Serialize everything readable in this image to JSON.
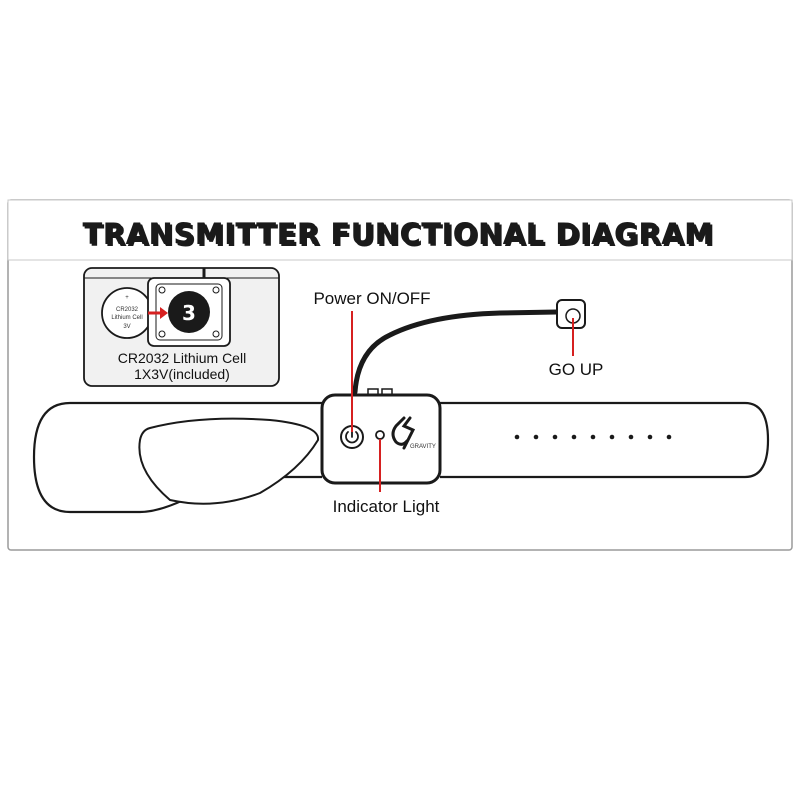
{
  "title": "TRANSMITTER FUNCTIONAL DIAGRAM",
  "labels": {
    "power": "Power ON/OFF",
    "go_up": "GO UP",
    "indicator": "Indicator Light"
  },
  "battery_inset": {
    "caption_line1": "CR2032 Lithium Cell",
    "caption_line2": "1X3V(included)",
    "coin_text_1": "CR2032",
    "coin_text_2": "Lithium Cell",
    "coin_text_3": "3V",
    "coin_plus": "+",
    "holder_mark": "3"
  },
  "colors": {
    "accent_red": "#d62020",
    "outline": "#1a1a1a",
    "inset_bg": "#f1f1f1"
  },
  "icons": [
    "power-icon",
    "gravity-logo",
    "arrow-right-icon"
  ]
}
